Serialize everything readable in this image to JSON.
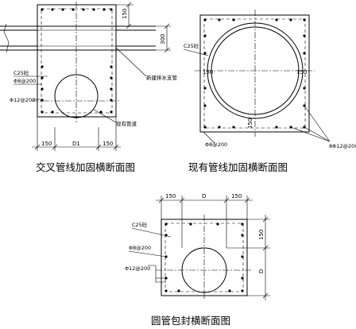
{
  "diagrams": {
    "crossing": {
      "caption": "交叉管线加固横断面图",
      "concrete_label": "C25砼",
      "rebar_small_label": "Φ8@200",
      "rebar_large_label": "Φ12@200",
      "new_pipe_label": "新建排水支管",
      "existing_pipe_label": "现有管道",
      "dim_top": "150",
      "dim_height": "300",
      "dim_left": "150",
      "dim_center": "D1",
      "dim_right": "150"
    },
    "existing": {
      "caption": "现有管线加固横断面图",
      "concrete_label": "C25砼",
      "dim_left": "150",
      "dim_right": "150",
      "dim_bottom": "150",
      "rebar_small_label": "Φ8@200",
      "rebar_large_label": "8Φ12@200"
    },
    "encasement": {
      "caption": "圆管包封横断面图",
      "dim_left": "150",
      "dim_center": "D",
      "dim_right": "150",
      "dim_top": "150",
      "dim_height": "D",
      "concrete_label": "C25砼",
      "rebar_small_label": "Φ8@200",
      "rebar_large_label": "Φ12@200"
    }
  }
}
